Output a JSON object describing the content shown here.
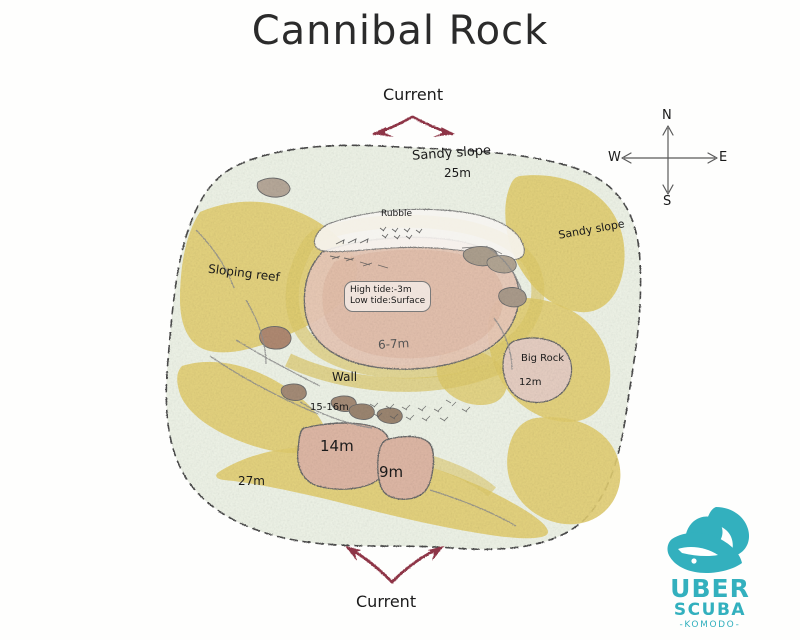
{
  "title": "Cannibal Rock",
  "compass": {
    "north": "N",
    "south": "S",
    "east": "E",
    "west": "W"
  },
  "current": {
    "top_label": "Current",
    "bottom_label": "Current"
  },
  "map_labels": {
    "sandy_slope_top": "Sandy slope",
    "sandy_slope_top_depth": "25m",
    "sandy_slope_right": "Sandy slope",
    "sloping_reef": "Sloping reef",
    "rubble": "Rubble",
    "high_tide": "High tide:-3m",
    "low_tide": "Low tide:Surface",
    "center_depth": "6-7m",
    "wall": "Wall",
    "depth_15_16": "15-16m",
    "big_rock_name": "Big Rock",
    "big_rock_depth": "12m",
    "rock_14m": "14m",
    "rock_9m": "9m",
    "depth_27": "27m"
  },
  "logo": {
    "brand": "UBER",
    "sub": "SCUBA",
    "region": "-KOMODO-",
    "color": "#33B0BE",
    "mark": "whale-wave-icon"
  },
  "colors": {
    "sand_yellow": "#e4d277",
    "pale_green": "#e9f0e0",
    "rock_pink": "#e6c5b4",
    "rock_brown": "#cfa18c",
    "current_red": "#8e3646",
    "outline": "#6d6d6d",
    "teal": "#33B0BE"
  }
}
